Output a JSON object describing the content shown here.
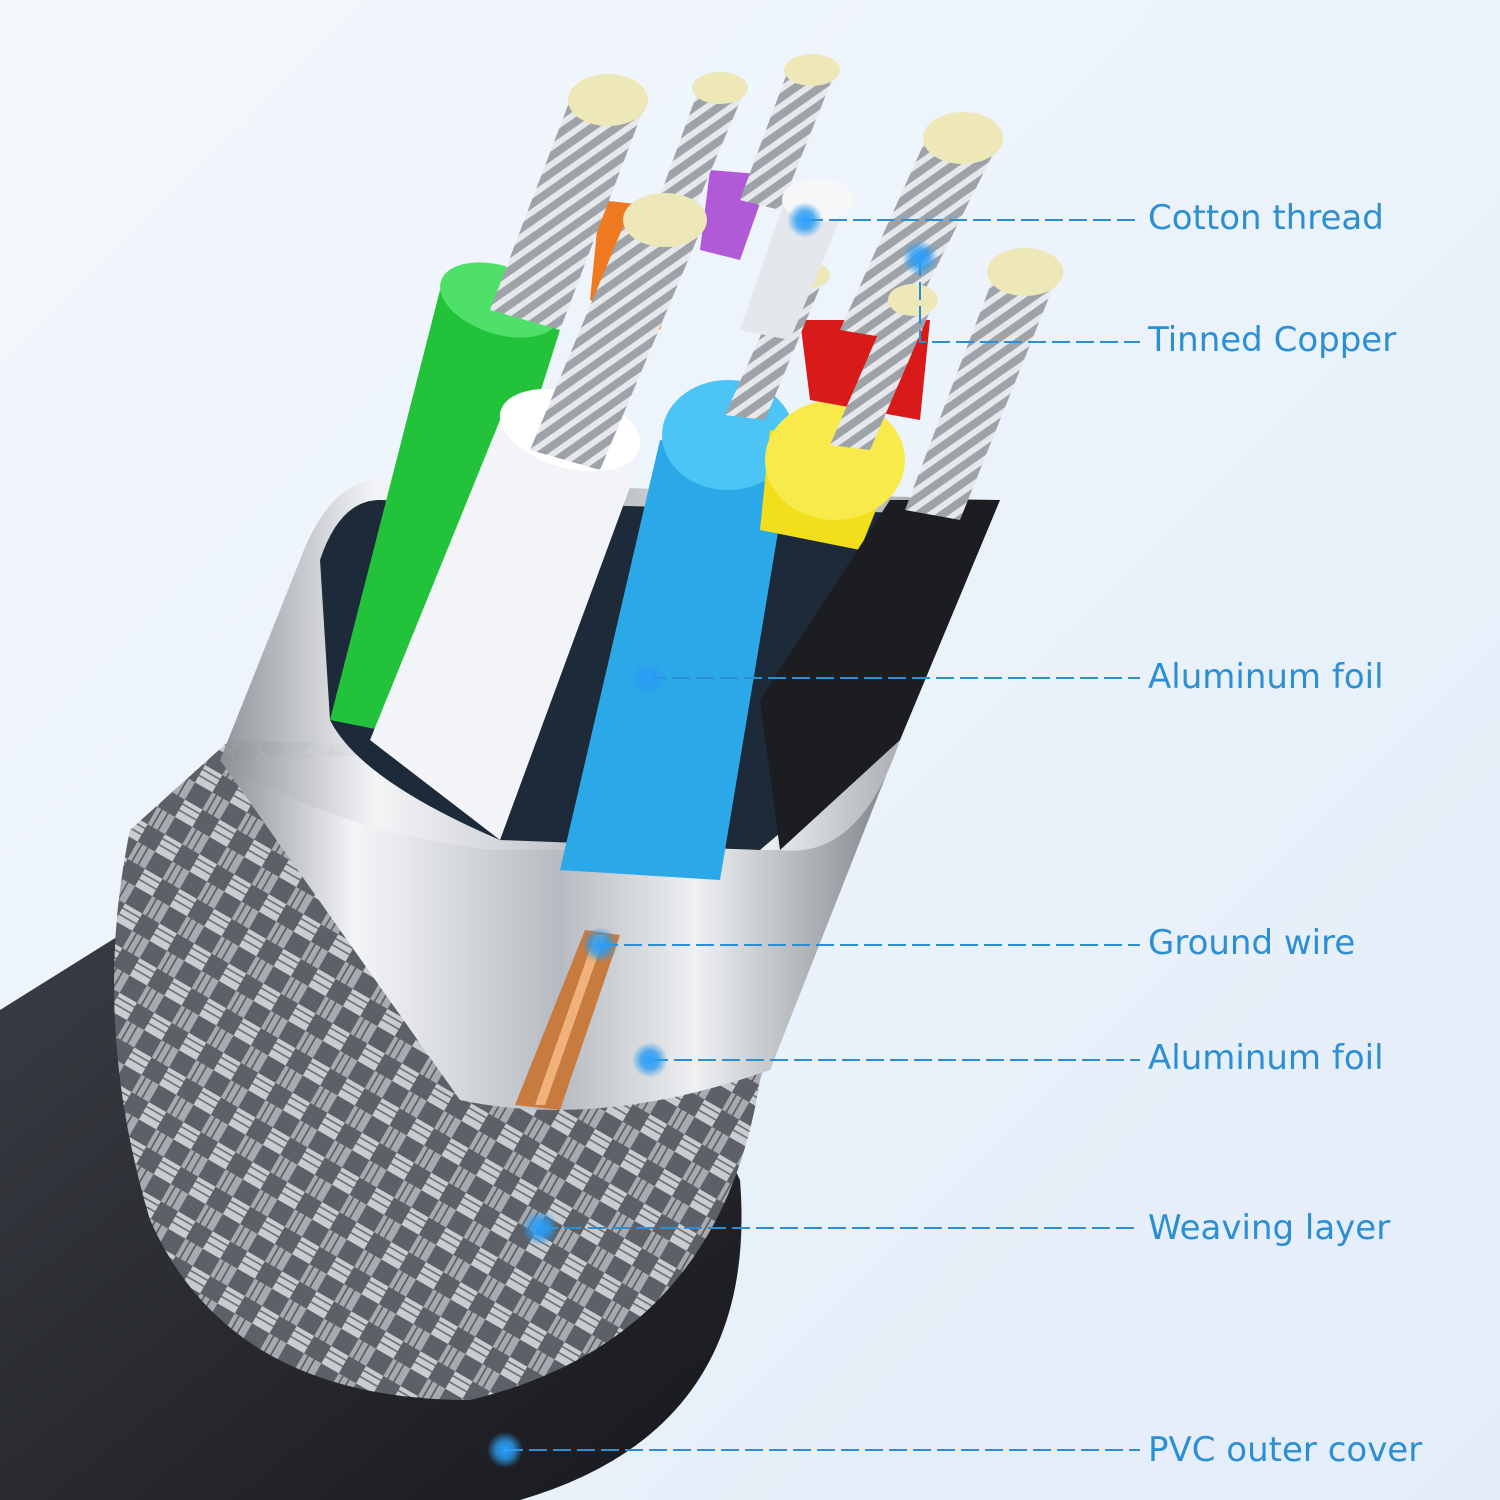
{
  "labels": [
    {
      "id": "cotton-thread",
      "text": "Cotton thread"
    },
    {
      "id": "tinned-copper",
      "text": "Tinned Copper"
    },
    {
      "id": "aluminum-foil-inner",
      "text": "Aluminum foil"
    },
    {
      "id": "ground-wire",
      "text": "Ground wire"
    },
    {
      "id": "aluminum-foil-outer",
      "text": "Aluminum foil"
    },
    {
      "id": "weaving-layer",
      "text": "Weaving layer"
    },
    {
      "id": "pvc-outer-cover",
      "text": "PVC outer cover"
    }
  ],
  "colors": {
    "accent": "#2c8fd3",
    "wire_green": "#22c33a",
    "wire_white": "#f2f4f7",
    "wire_blue": "#2aa8e8",
    "wire_yellow": "#f2de1a",
    "wire_black": "#1c1d20",
    "wire_red": "#d81a1a",
    "wire_orange": "#f07a22",
    "wire_purple": "#b15ad8"
  }
}
